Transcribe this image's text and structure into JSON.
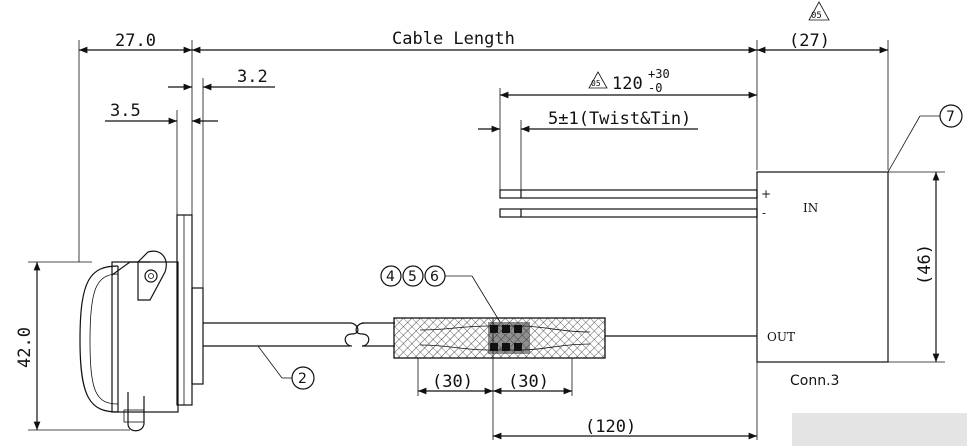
{
  "dimensions": {
    "cable_length": "Cable Length",
    "connector_width": "27.0",
    "flange_offset": "3.2",
    "flange_thickness": "3.5",
    "connector_height": "42.0",
    "revision_triangle": "05",
    "right_box_width": "(27)",
    "right_box_height": "(46)",
    "wire_length_main": "120",
    "wire_length_sup": "+30",
    "wire_length_sub": "-0",
    "strip_length": "5±1(Twist&Tin)",
    "sleeve_left": "(30)",
    "sleeve_right": "(30)",
    "sleeve_total": "(120)"
  },
  "labels": {
    "balloon_2": "2",
    "balloon_4": "4",
    "balloon_5": "5",
    "balloon_6": "6",
    "balloon_7": "7",
    "plus": "+",
    "minus": "-",
    "in_label": "IN",
    "out_label": "OUT",
    "conn_label": "Conn.3"
  }
}
